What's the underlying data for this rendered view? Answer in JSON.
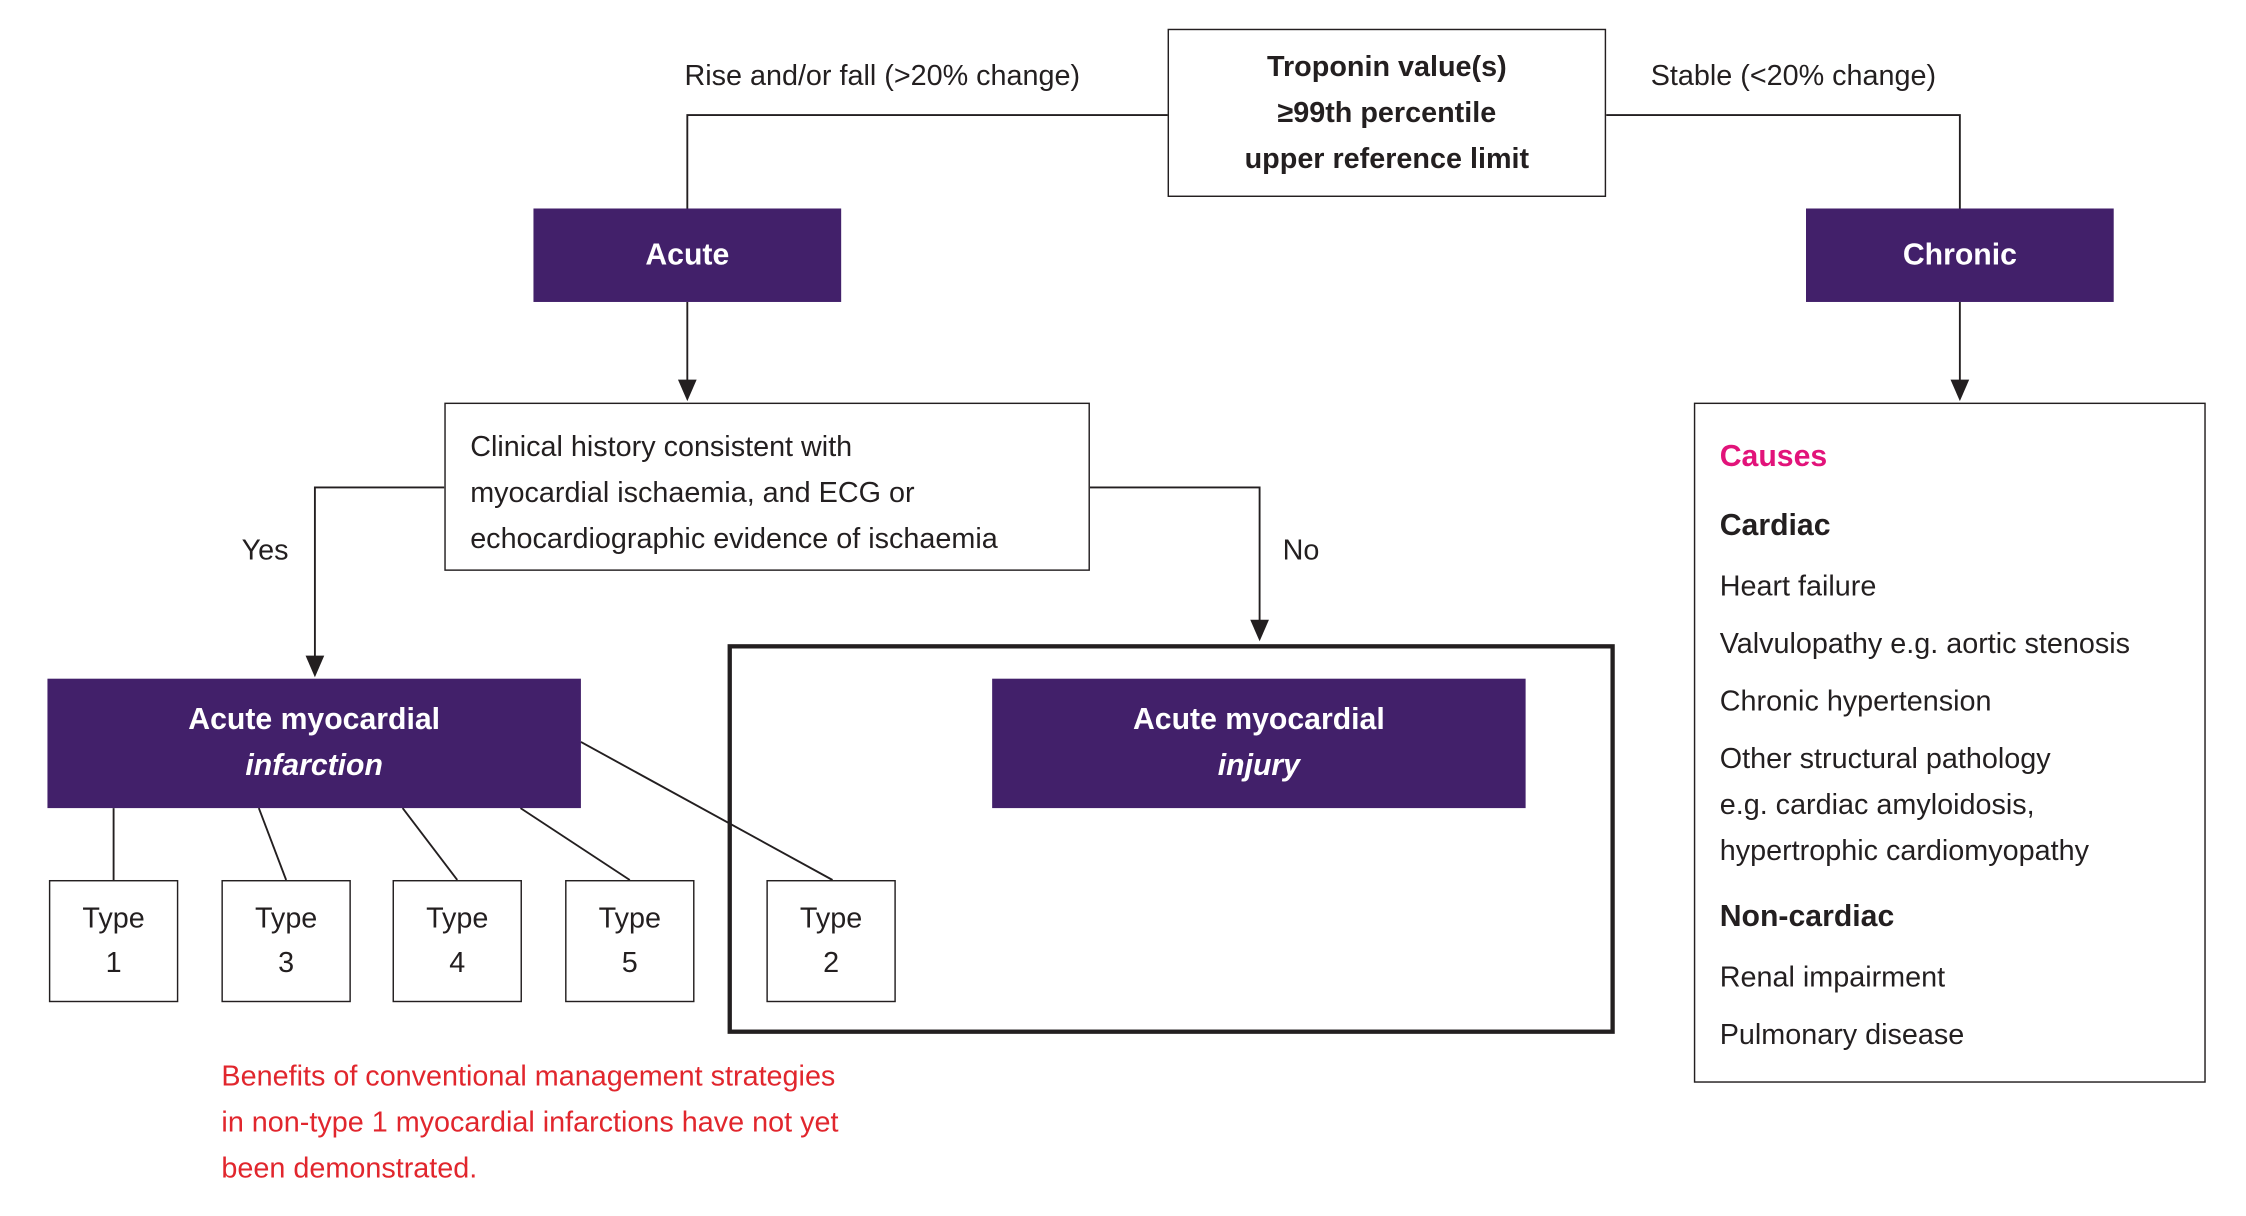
{
  "troponin": {
    "line1": "Troponin value(s)",
    "line2": "≥99th percentile",
    "line3": "upper reference limit"
  },
  "edges": {
    "rise_fall": "Rise and/or fall (>20% change)",
    "stable": "Stable (<20% change)",
    "yes": "Yes",
    "no": "No"
  },
  "acute": {
    "label": "Acute"
  },
  "chronic": {
    "label": "Chronic"
  },
  "clinical": {
    "line1": "Clinical history consistent with",
    "line2": "myocardial ischaemia, and ECG or",
    "line3": "echocardiographic evidence of ischaemia"
  },
  "infarction": {
    "line1": "Acute myocardial",
    "line2": "infarction"
  },
  "injury": {
    "line1": "Acute myocardial",
    "line2": "injury"
  },
  "types": [
    {
      "word": "Type",
      "num": "1"
    },
    {
      "word": "Type",
      "num": "3"
    },
    {
      "word": "Type",
      "num": "4"
    },
    {
      "word": "Type",
      "num": "5"
    },
    {
      "word": "Type",
      "num": "2"
    }
  ],
  "causes": {
    "title": "Causes",
    "cardiac_heading": "Cardiac",
    "cardiac_items": [
      "Heart failure",
      "Valvulopathy e.g. aortic stenosis",
      "Chronic hypertension",
      "Other structural pathology",
      "e.g. cardiac amyloidosis,",
      "hypertrophic cardiomyopathy"
    ],
    "noncardiac_heading": "Non-cardiac",
    "noncardiac_items": [
      "Renal impairment",
      "Pulmonary disease"
    ]
  },
  "note": {
    "line1": "Benefits of conventional management strategies",
    "line2": "in non-type 1 myocardial infarctions have not yet",
    "line3": "been demonstrated."
  },
  "colors": {
    "purple": "#42206a",
    "causes_title": "#e2137a",
    "note_text": "#e1262d",
    "lines": "#231f20"
  }
}
